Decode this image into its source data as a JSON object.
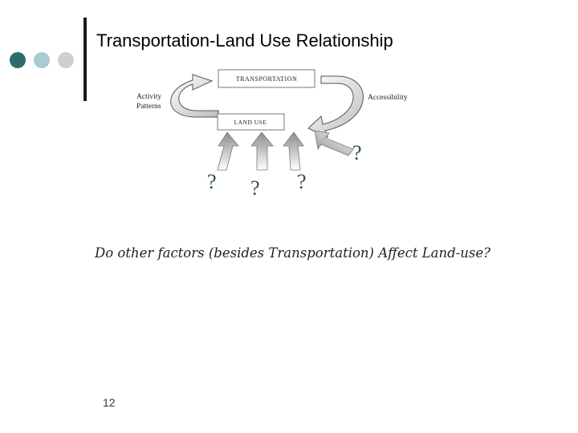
{
  "slide": {
    "title": "Transportation-Land Use Relationship",
    "question_text": "Do other factors (besides Transportation) Affect Land-use?",
    "number": "12"
  },
  "diagram": {
    "top_box": "TRANSPORTATION",
    "bottom_box": "LAND USE",
    "left_label_line1": "Activity",
    "left_label_line2": "Patterns",
    "right_label": "Accessibility",
    "question_marks": [
      "?",
      "?",
      "?",
      "?"
    ]
  },
  "colors": {
    "accent_dark": "#2e6b6b",
    "accent_light": "#a6cdd3",
    "accent_gray": "#cfcfcf",
    "question_color": "#2e4f55"
  }
}
